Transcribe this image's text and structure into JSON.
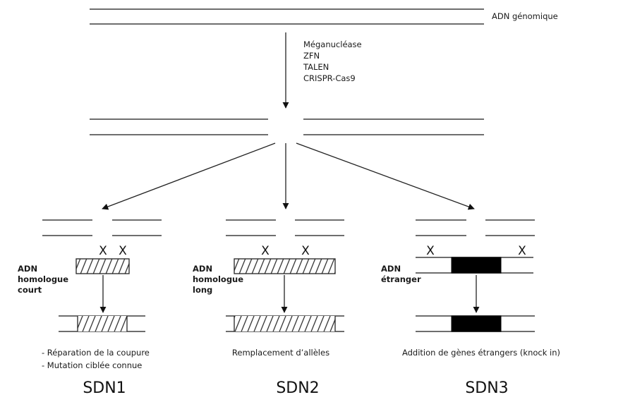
{
  "top": {
    "genomic_dna_label": "ADN génomique",
    "nucleases": [
      "Méganucléase",
      "ZFN",
      "TALEN",
      "CRISPR-Cas9"
    ]
  },
  "columns": [
    {
      "id": "sdn1",
      "donor_label": [
        "ADN",
        "homologue",
        "court"
      ],
      "donor_type": "hatched-short",
      "result_lines": [
        "- Réparation de la coupure",
        "- Mutation ciblée connue"
      ],
      "title": "SDN1",
      "cross_mark": "X"
    },
    {
      "id": "sdn2",
      "donor_label": [
        "ADN",
        "homologue",
        "long"
      ],
      "donor_type": "hatched-long",
      "result_lines": [
        "Remplacement d’allèles"
      ],
      "title": "SDN2",
      "cross_mark": "X"
    },
    {
      "id": "sdn3",
      "donor_label": [
        "ADN",
        "étranger"
      ],
      "donor_type": "black-insert",
      "result_lines": [
        "Addition de gènes étrangers (knock in)"
      ],
      "title": "SDN3",
      "cross_mark": "X"
    }
  ],
  "colors": {
    "strand": "#6e6e6e",
    "arrow": "#222222",
    "insert": "#000000",
    "text": "#1a1a1a"
  }
}
